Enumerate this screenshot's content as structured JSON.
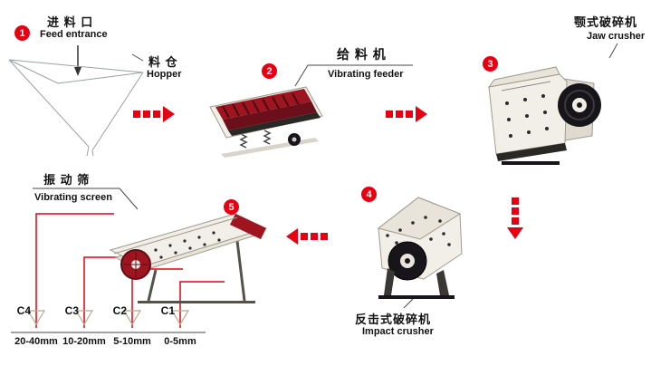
{
  "colors": {
    "accent_red": "#e60012",
    "machine_red": "#9e1520",
    "machine_dark": "#17151a",
    "body_light": "#f2efe9"
  },
  "steps": {
    "feed": {
      "num": "1",
      "zh": "进 料 口",
      "en": "Feed entrance"
    },
    "hopper": {
      "zh": "料 仓",
      "en": "Hopper"
    },
    "feeder": {
      "num": "2",
      "zh": "给 料 机",
      "en": "Vibrating feeder"
    },
    "jaw": {
      "num": "3",
      "zh": "颚式破碎机",
      "en": "Jaw crusher"
    },
    "impact": {
      "num": "4",
      "zh": "反击式破碎机",
      "en": "Impact crusher"
    },
    "screen": {
      "num": "5",
      "zh": "振 动 筛",
      "en": "Vibrating screen"
    }
  },
  "outputs": [
    {
      "code": "C4",
      "size": "20-40mm"
    },
    {
      "code": "C3",
      "size": "10-20mm"
    },
    {
      "code": "C2",
      "size": "5-10mm"
    },
    {
      "code": "C1",
      "size": "0-5mm"
    }
  ]
}
